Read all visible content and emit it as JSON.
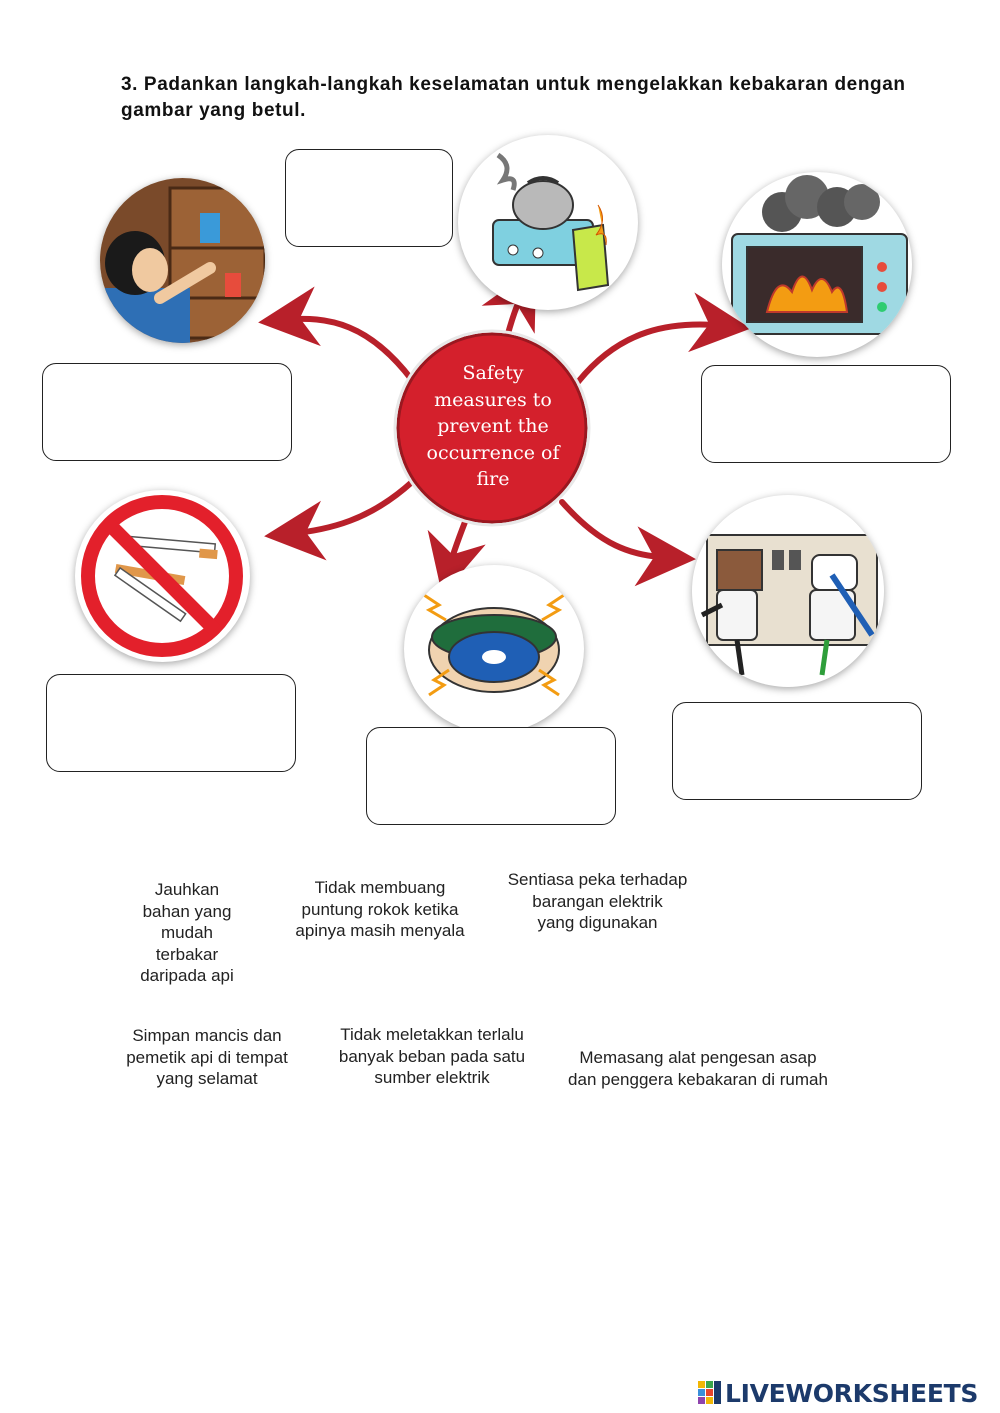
{
  "instruction": "3. Padankan langkah-langkah keselamatan untuk mengelakkan kebakaran dengan gambar yang betul.",
  "center_label_lines": [
    "Safety",
    "measures to",
    "prevent the",
    "occurrence of",
    "fire"
  ],
  "pictures": [
    {
      "icon": "kettle-on-stove-icon"
    },
    {
      "icon": "woman-at-cabinet-icon"
    },
    {
      "icon": "microwave-fire-icon"
    },
    {
      "icon": "no-smoking-icon"
    },
    {
      "icon": "smoke-detector-icon"
    },
    {
      "icon": "overloaded-socket-icon"
    }
  ],
  "answer_boxes": [
    {
      "value": ""
    },
    {
      "value": ""
    },
    {
      "value": ""
    },
    {
      "value": ""
    },
    {
      "value": ""
    },
    {
      "value": ""
    },
    {
      "value": ""
    }
  ],
  "options": [
    {
      "lines": [
        "Jauhkan",
        "bahan yang",
        "mudah",
        "terbakar",
        "daripada api"
      ]
    },
    {
      "lines": [
        "Tidak membuang",
        "puntung rokok ketika",
        "apinya masih menyala"
      ]
    },
    {
      "lines": [
        "Sentiasa peka terhadap",
        "barangan elektrik",
        "yang digunakan"
      ]
    },
    {
      "lines": [
        "Simpan mancis dan",
        "pemetik api di tempat",
        "yang selamat"
      ]
    },
    {
      "lines": [
        "Tidak meletakkan terlalu",
        "banyak beban pada satu",
        "sumber elektrik"
      ]
    },
    {
      "lines": [
        "Memasang alat pengesan asap",
        "dan penggera kebakaran di rumah"
      ]
    }
  ],
  "logo": {
    "text": "LIVEWORKSHEETS",
    "icon": "liveworksheets-logo-icon"
  },
  "colors": {
    "center_red": "#d4202c",
    "arrow_red": "#b8202a",
    "logo_blue": "#1c3a6b"
  }
}
